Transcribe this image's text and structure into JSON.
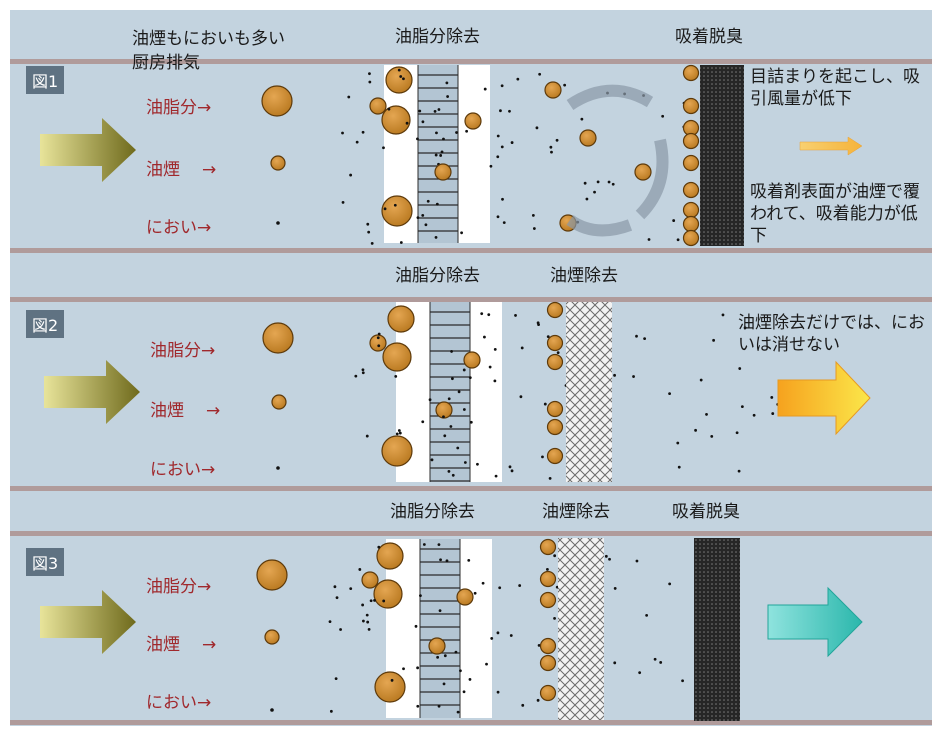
{
  "intro": {
    "line1": "油煙もにおいも多い",
    "line2": "厨房排気"
  },
  "labels": {
    "grease": "油脂分除去",
    "smoke": "油煙除去",
    "adsorb": "吸着脱臭"
  },
  "rows": {
    "fat": "油脂分",
    "smoke": "油煙",
    "odor": "におい",
    "arrow": "→"
  },
  "figures": [
    {
      "badge": "図1",
      "note1": "目詰まりを起こし、吸引風量が低下",
      "note2": "吸着剤表面が油煙で覆われて、吸着能力が低下",
      "out_color": "#e7c048"
    },
    {
      "badge": "図2",
      "note1": "油煙除去だけでは、においは消せない",
      "out_color": "#f2bd2c"
    },
    {
      "badge": "図3",
      "out_color": "#3fbfb8"
    }
  ]
}
